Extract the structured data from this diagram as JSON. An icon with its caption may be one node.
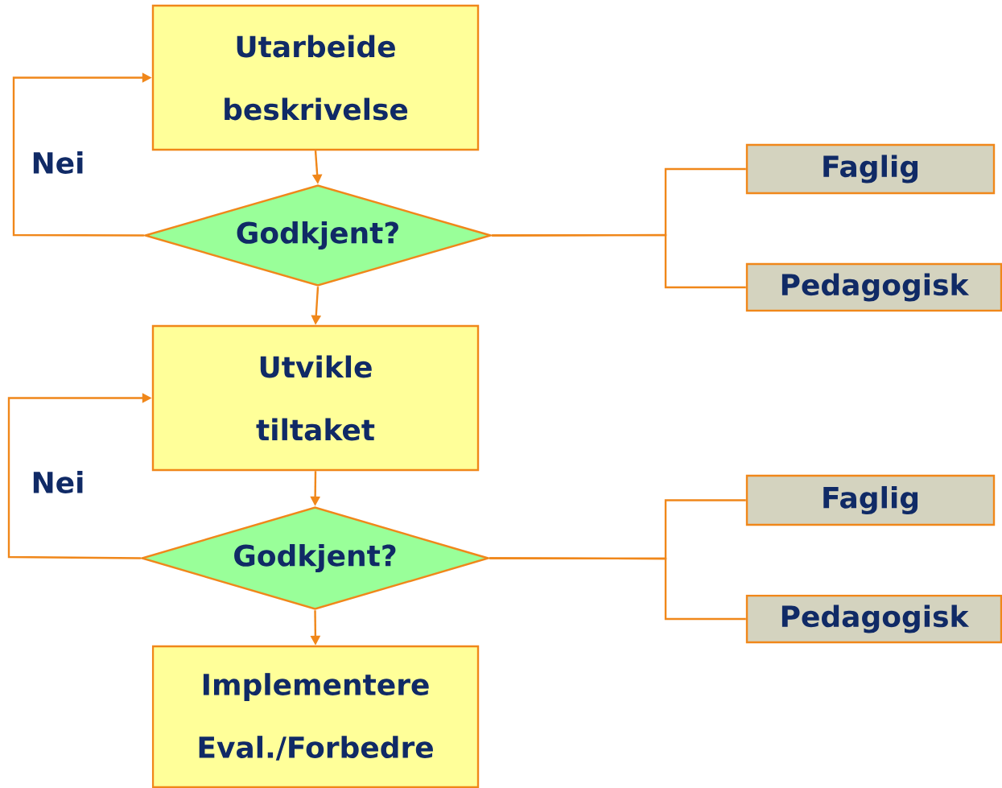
{
  "diagram": {
    "nodes": [
      {
        "text": [
          "Utarbeide beskrivelse"
        ]
      },
      {
        "text": [
          "Godkjent?"
        ]
      },
      {
        "text": [
          "Faglig"
        ]
      },
      {
        "text": [
          "Pedagogisk"
        ]
      },
      {
        "text": [
          "Utvikle tiltaket"
        ]
      },
      {
        "text": [
          "Godkjent?"
        ]
      },
      {
        "text": [
          "Faglig"
        ]
      },
      {
        "text": [
          "Pedagogisk"
        ]
      },
      {
        "text": [
          "Implementere Eval./Forbedre"
        ]
      }
    ],
    "edges": [
      {
        "from": 0,
        "to": 1,
        "arrow": "to"
      },
      {
        "from": 1,
        "to": 0,
        "arrow": "to",
        "label": "Nei"
      },
      {
        "from": 1,
        "to": 2,
        "arrow": "none"
      },
      {
        "from": 1,
        "to": 3,
        "arrow": "none"
      },
      {
        "from": 1,
        "to": 4,
        "arrow": "to"
      },
      {
        "from": 4,
        "to": 5,
        "arrow": "to"
      },
      {
        "from": 5,
        "to": 4,
        "arrow": "to",
        "label": "Nei"
      },
      {
        "from": 5,
        "to": 6,
        "arrow": "none"
      },
      {
        "from": 5,
        "to": 7,
        "arrow": "none"
      },
      {
        "from": 5,
        "to": 8,
        "arrow": "to"
      }
    ]
  }
}
